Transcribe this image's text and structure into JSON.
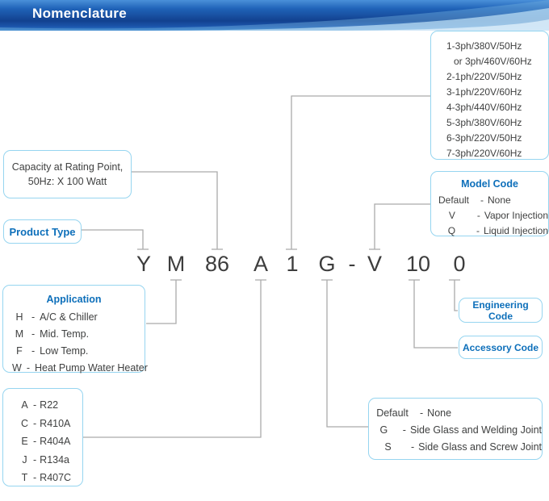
{
  "header": {
    "title": "Nomenclature"
  },
  "code": {
    "segments": [
      "Y",
      "M",
      "86",
      "A",
      "1",
      "G",
      "-",
      "V",
      "10",
      "0"
    ]
  },
  "punct": {
    "dash": "-"
  },
  "voltage_box": {
    "lines": [
      "1-3ph/380V/50Hz",
      "or 3ph/460V/60Hz",
      "2-1ph/220V/50Hz",
      "3-1ph/220V/60Hz",
      "4-3ph/440V/60Hz",
      "5-3ph/380V/60Hz",
      "6-3ph/220V/50Hz",
      "7-3ph/220V/60Hz"
    ]
  },
  "model_code_box": {
    "title": "Model Code",
    "rows": [
      {
        "code": "Default",
        "desc": "None"
      },
      {
        "code": "V",
        "desc": "Vapor Injection"
      },
      {
        "code": "Q",
        "desc": "Liquid Injection"
      }
    ]
  },
  "capacity_box": {
    "line1": "Capacity at Rating Point,",
    "line2": "50Hz: X 100 Watt"
  },
  "product_type_box": {
    "label": "Product Type"
  },
  "application_box": {
    "title": "Application",
    "rows": [
      {
        "code": "H",
        "desc": "A/C & Chiller"
      },
      {
        "code": "M",
        "desc": "Mid. Temp."
      },
      {
        "code": "F",
        "desc": "Low Temp."
      },
      {
        "code": "W",
        "desc": "Heat Pump Water Heater"
      }
    ]
  },
  "refrigerant_box": {
    "rows": [
      {
        "code": "A",
        "desc": "R22"
      },
      {
        "code": "C",
        "desc": "R410A"
      },
      {
        "code": "E",
        "desc": "R404A"
      },
      {
        "code": "J",
        "desc": "R134a"
      },
      {
        "code": "T",
        "desc": "R407C"
      }
    ]
  },
  "sight_glass_box": {
    "rows": [
      {
        "code": "Default",
        "desc": "None"
      },
      {
        "code": "G",
        "desc": "Side Glass and Welding Joint"
      },
      {
        "code": "S",
        "desc": "Side Glass and Screw Joint"
      }
    ]
  },
  "engineering_code_box": {
    "label": "Engineering Code"
  },
  "accessory_code_box": {
    "label": "Accessory Code"
  },
  "colors": {
    "accent_blue": "#0d6fba",
    "box_border": "#96d5f0",
    "connector_gray": "#ababab",
    "text_dark": "#3f4040",
    "header_blue_dark": "#12418f"
  }
}
